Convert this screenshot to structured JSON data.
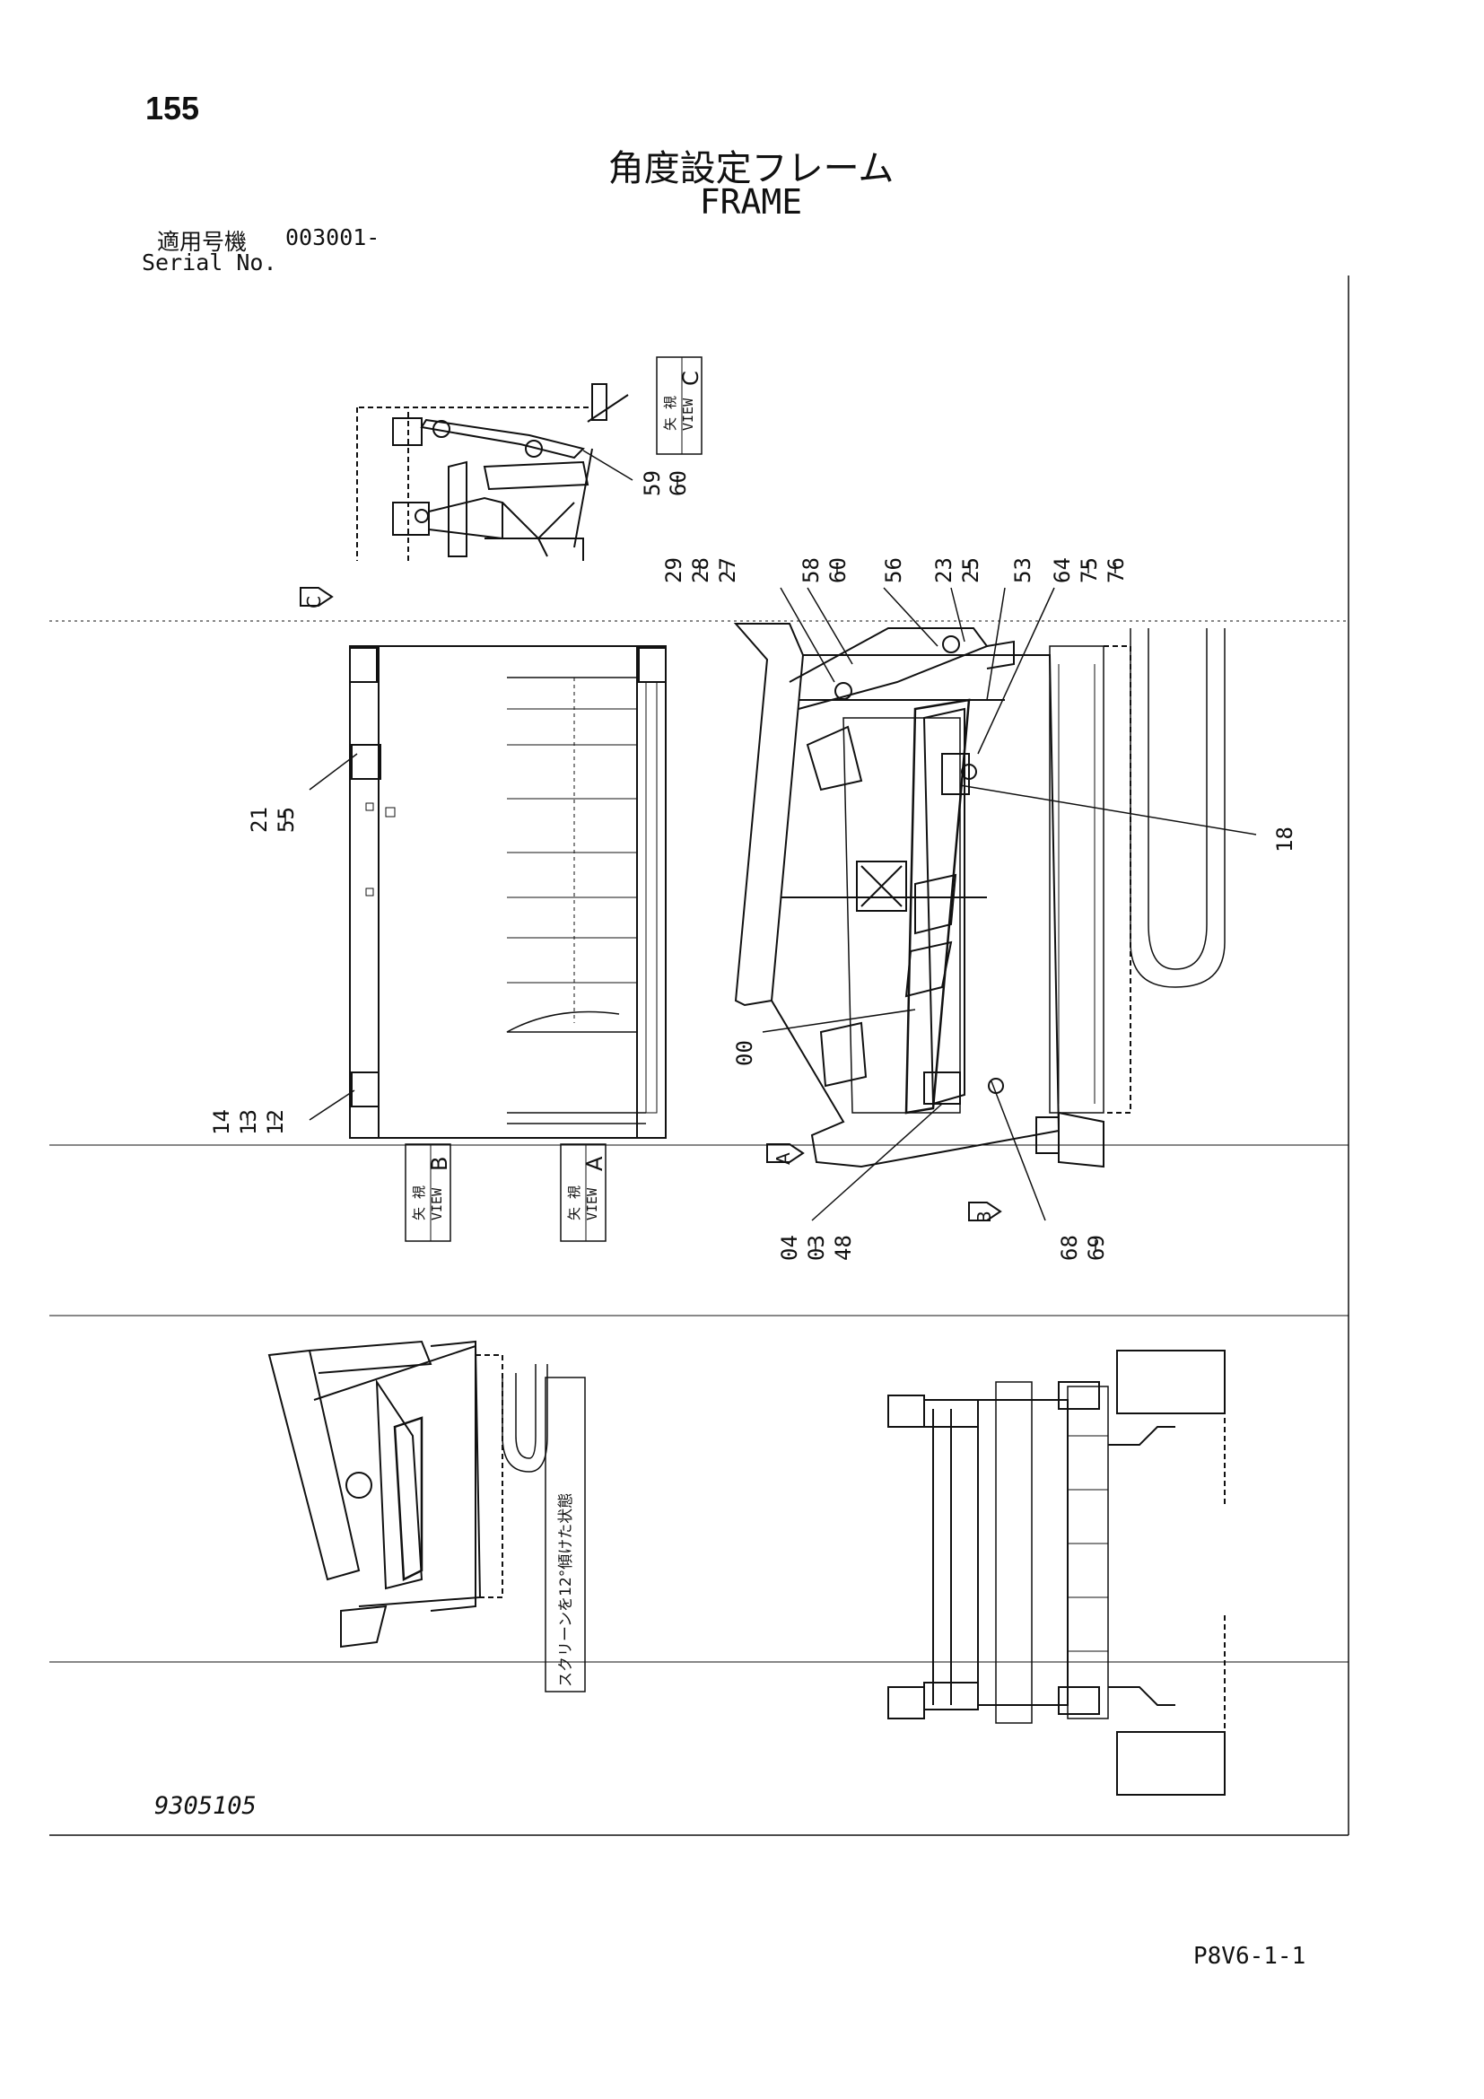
{
  "header": {
    "page_number": "155",
    "title_jp": "角度設定フレーム",
    "title_en": "FRAME",
    "serial_label_jp": "適用号機",
    "serial_value": "003001-",
    "serial_label_en": "Serial No."
  },
  "callouts": {
    "c59_60": [
      "59",
      "60"
    ],
    "c29_27": [
      "29",
      "28",
      "27"
    ],
    "c58_60": [
      "58",
      "60"
    ],
    "c56": [
      "56"
    ],
    "c23_25": [
      "23",
      "25"
    ],
    "c53": [
      "53"
    ],
    "c64_76": [
      "64",
      "75",
      "76"
    ],
    "c21_55": [
      "21",
      "55"
    ],
    "c18": [
      "18"
    ],
    "c14_12": [
      "14",
      "13",
      "12"
    ],
    "c00": [
      "00"
    ],
    "c04_48": [
      "04",
      "03",
      "48"
    ],
    "c68_69": [
      "68",
      "69"
    ]
  },
  "views": {
    "view_word": "VIEW",
    "view_prefix": "矢 視",
    "labels": [
      "A",
      "B",
      "C"
    ]
  },
  "note_jp": "スクリーンを12°傾けた状態",
  "footer": {
    "drawing_number": "9305105",
    "page_code": "P8V6-1-1"
  }
}
